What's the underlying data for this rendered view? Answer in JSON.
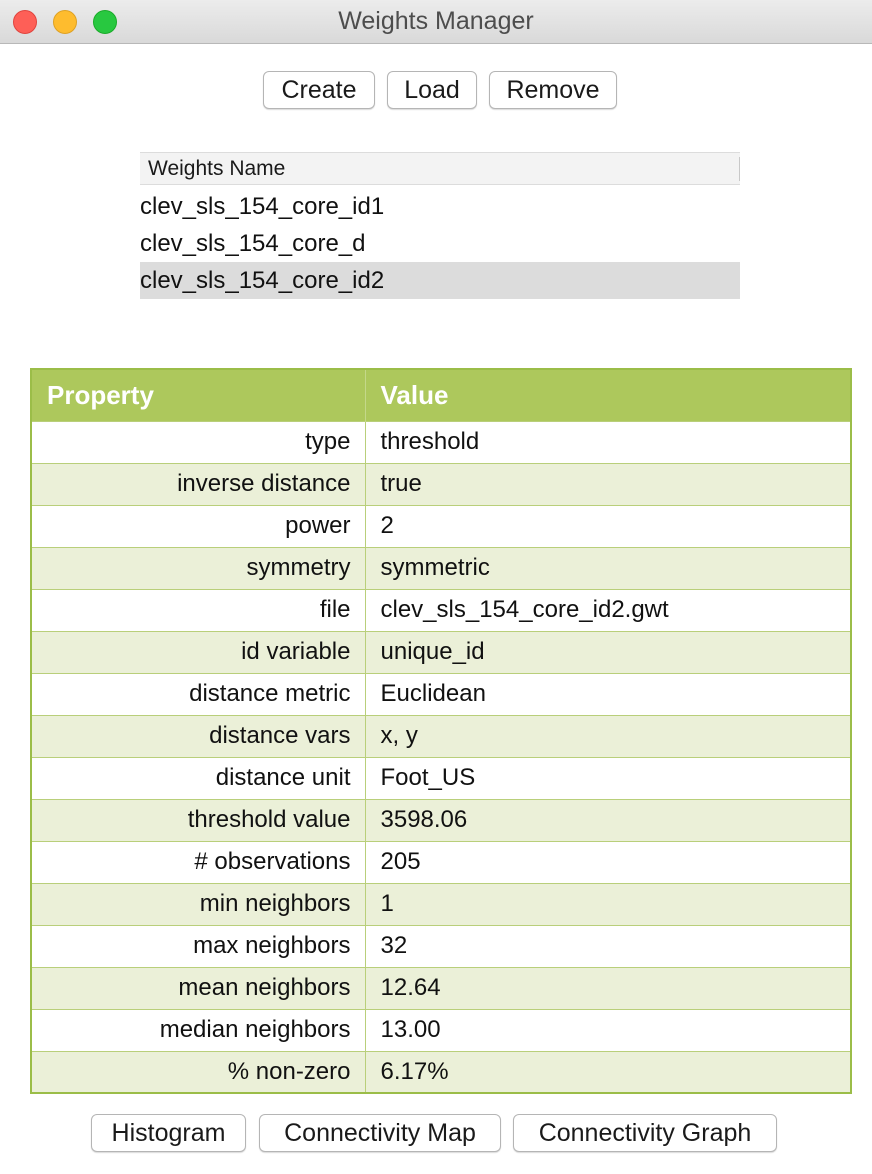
{
  "window": {
    "title": "Weights Manager"
  },
  "toolbar": {
    "create_label": "Create",
    "load_label": "Load",
    "remove_label": "Remove"
  },
  "weights_list": {
    "header": "Weights Name",
    "items": [
      {
        "name": "clev_sls_154_core_id1",
        "selected": false
      },
      {
        "name": "clev_sls_154_core_d",
        "selected": false
      },
      {
        "name": "clev_sls_154_core_id2",
        "selected": true
      }
    ]
  },
  "properties": {
    "header_property": "Property",
    "header_value": "Value",
    "rows": [
      {
        "key": "type",
        "value": "threshold"
      },
      {
        "key": "inverse distance",
        "value": "true"
      },
      {
        "key": "power",
        "value": "2"
      },
      {
        "key": "symmetry",
        "value": "symmetric"
      },
      {
        "key": "file",
        "value": "clev_sls_154_core_id2.gwt"
      },
      {
        "key": "id variable",
        "value": "unique_id"
      },
      {
        "key": "distance metric",
        "value": "Euclidean"
      },
      {
        "key": "distance vars",
        "value": "x, y"
      },
      {
        "key": "distance unit",
        "value": "Foot_US"
      },
      {
        "key": "threshold value",
        "value": "3598.06"
      },
      {
        "key": "# observations",
        "value": "205"
      },
      {
        "key": "min neighbors",
        "value": "1"
      },
      {
        "key": "max neighbors",
        "value": "32"
      },
      {
        "key": "mean neighbors",
        "value": "12.64"
      },
      {
        "key": "median neighbors",
        "value": "13.00"
      },
      {
        "key": "% non-zero",
        "value": "6.17%"
      }
    ]
  },
  "bottom_buttons": {
    "histogram_label": "Histogram",
    "connectivity_map_label": "Connectivity Map",
    "connectivity_graph_label": "Connectivity Graph"
  },
  "colors": {
    "table_header": "#adc85c",
    "table_border": "#9bbd48",
    "table_alt_row": "#ebf0d8",
    "selected_row": "#dcdcdc"
  }
}
